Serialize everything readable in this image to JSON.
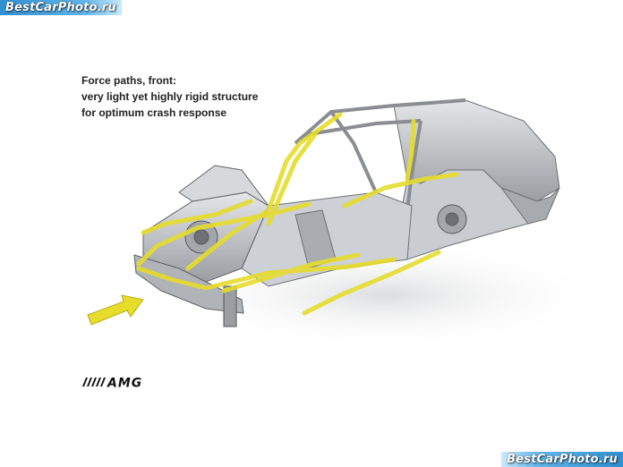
{
  "watermark": {
    "top_left": "BestCarPhoto.ru",
    "bottom_right": "BestCarPhoto.ru"
  },
  "caption": {
    "line1": "Force paths, front:",
    "line2": "very light yet highly rigid structure",
    "line3": "for optimum crash response"
  },
  "logo": {
    "text": "AMG"
  },
  "colors": {
    "force_path": "#e6dc2c",
    "frame": "#b9bcc0",
    "frame_dark": "#6d7075",
    "caption": "#222222",
    "watermark_bg": "#4aa8e2"
  }
}
